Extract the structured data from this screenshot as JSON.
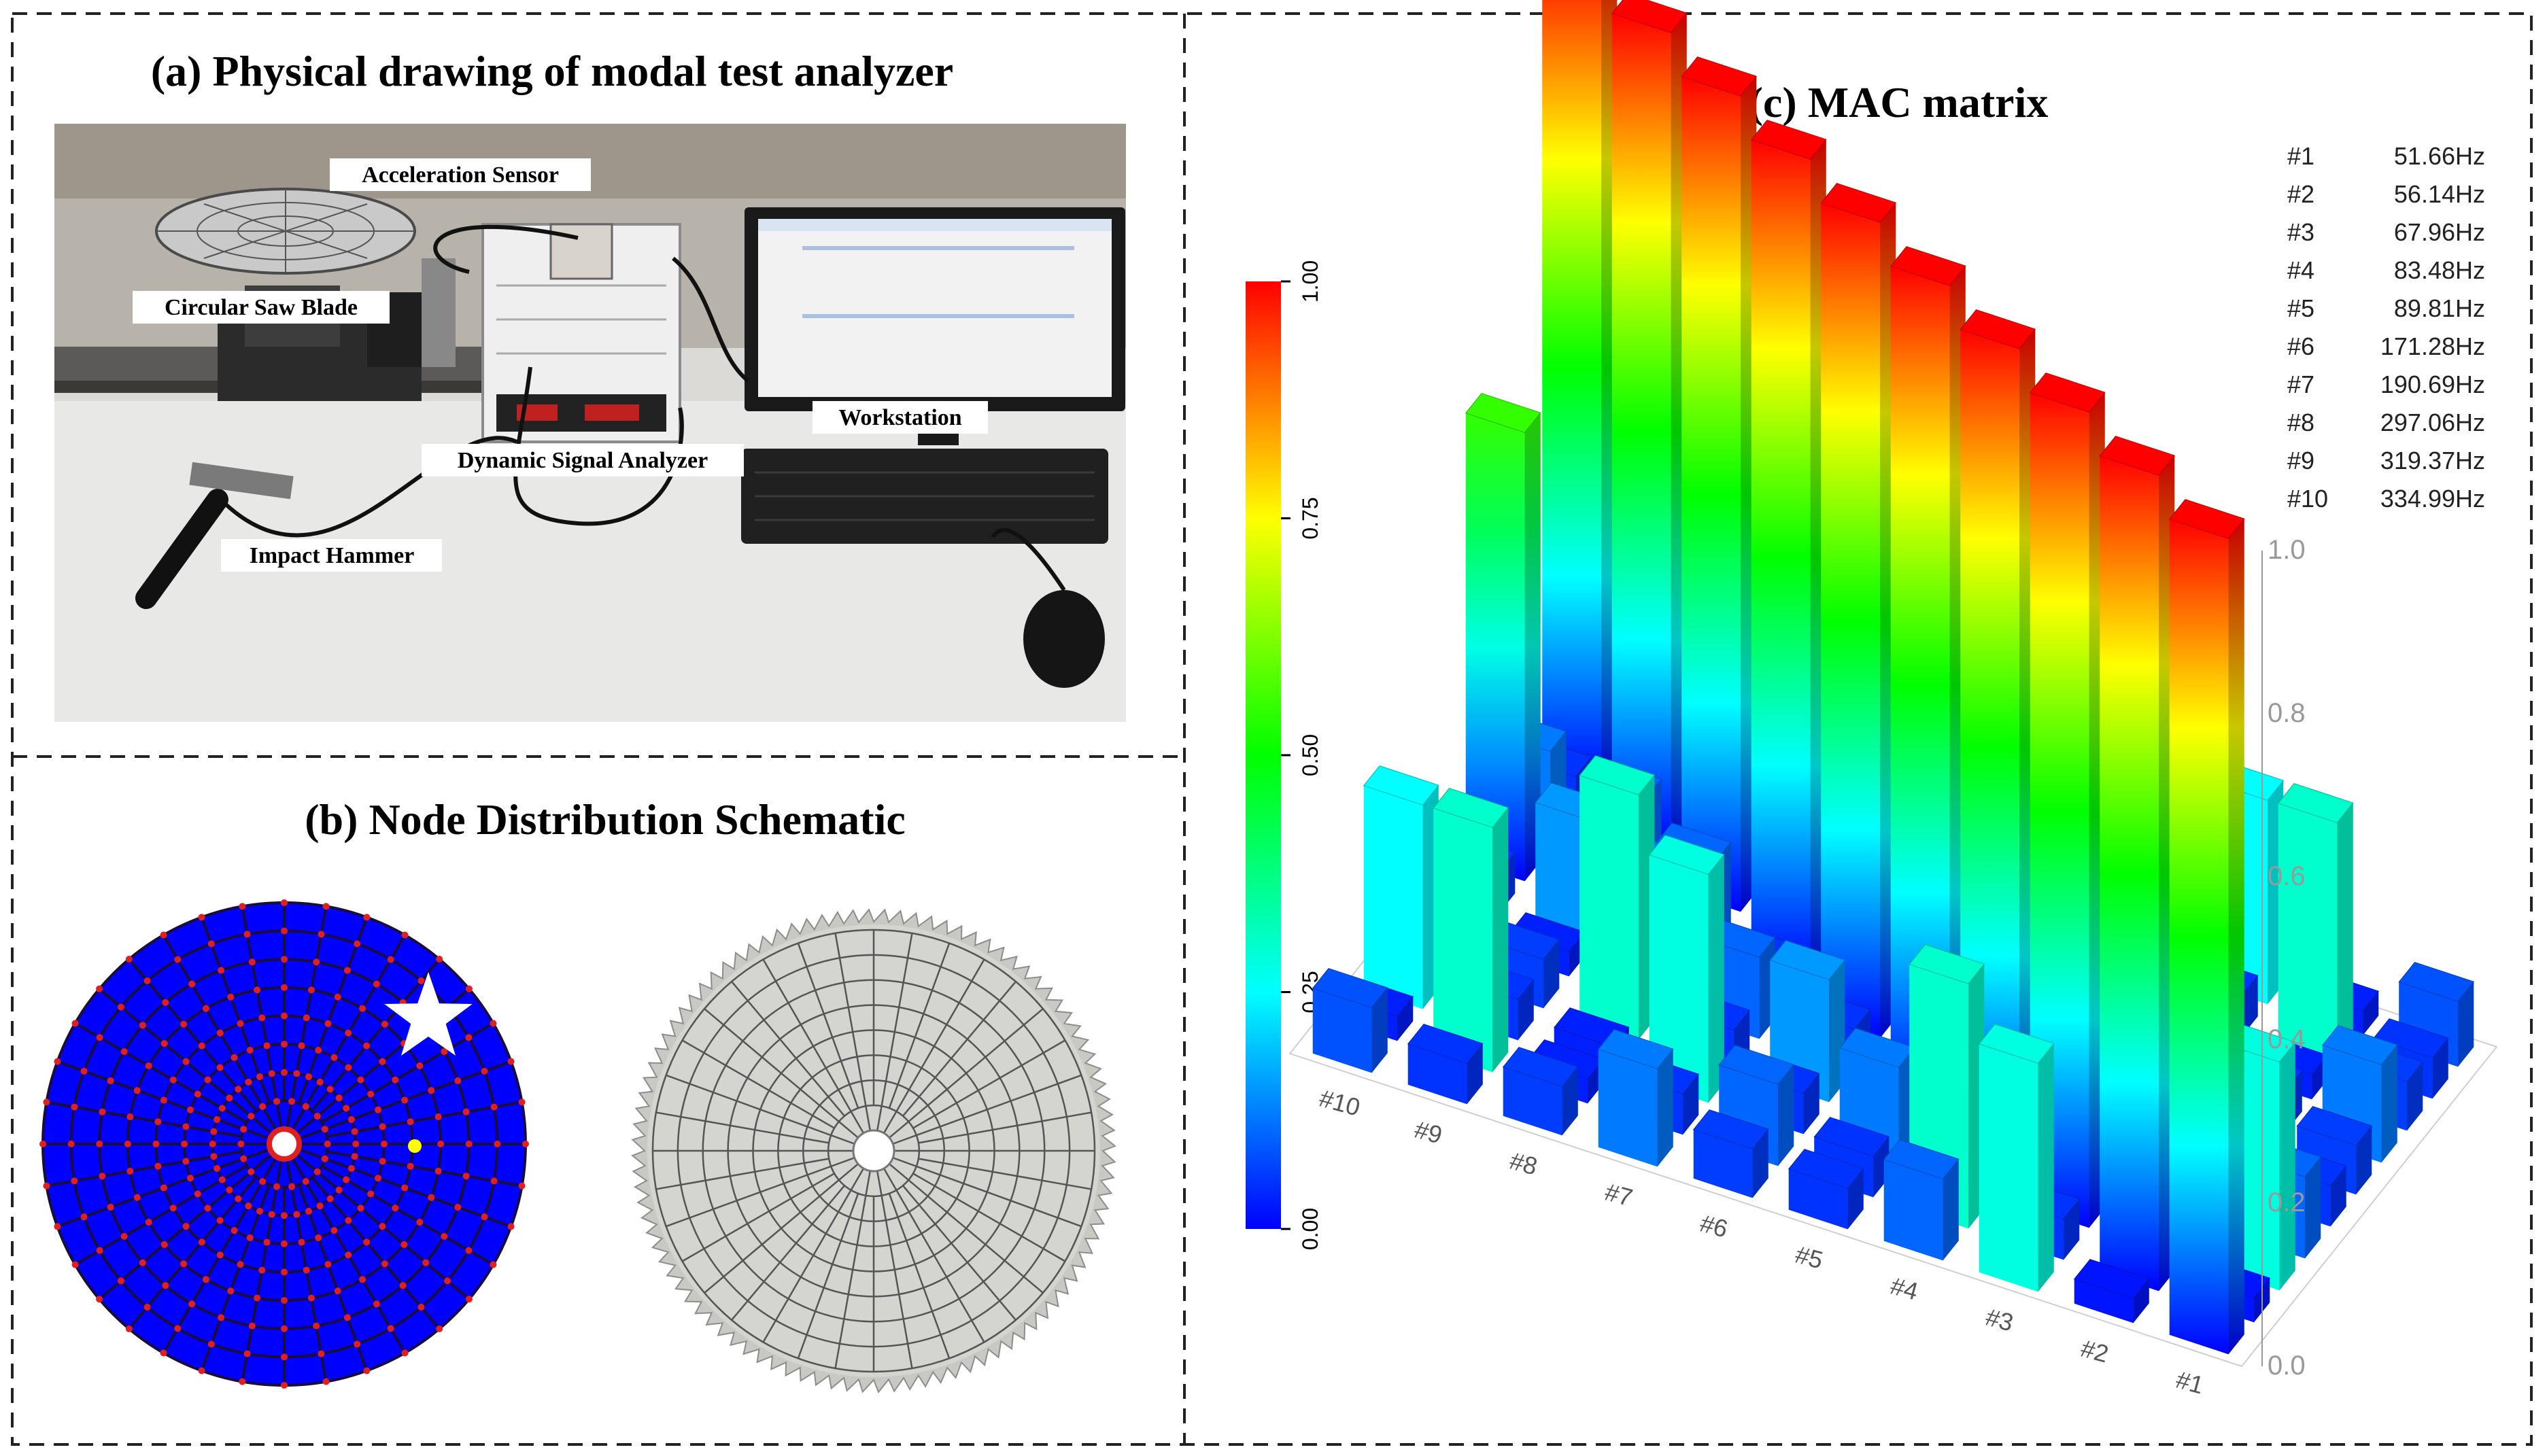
{
  "panel_a": {
    "title": "(a) Physical drawing of modal test analyzer",
    "labels": {
      "acceleration_sensor": "Acceleration Sensor",
      "circular_saw_blade": "Circular Saw Blade",
      "workstation": "Workstation",
      "dynamic_signal_analyzer": "Dynamic Signal Analyzer",
      "impact_hammer": "Impact Hammer"
    }
  },
  "panel_b": {
    "title": "(b) Node Distribution Schematic"
  },
  "panel_c": {
    "title": "(c)  MAC matrix",
    "colorbar": {
      "ticks": [
        "1.00",
        "0.75",
        "0.50",
        "0.25",
        "0.00"
      ],
      "colors": [
        "#ff0000",
        "#ffff00",
        "#00ff00",
        "#00ffff",
        "#0000ff"
      ]
    },
    "modes": [
      {
        "id": "#1",
        "freq": "51.66Hz"
      },
      {
        "id": "#2",
        "freq": "56.14Hz"
      },
      {
        "id": "#3",
        "freq": "67.96Hz"
      },
      {
        "id": "#4",
        "freq": "83.48Hz"
      },
      {
        "id": "#5",
        "freq": "89.81Hz"
      },
      {
        "id": "#6",
        "freq": "171.28Hz"
      },
      {
        "id": "#7",
        "freq": "190.69Hz"
      },
      {
        "id": "#8",
        "freq": "297.06Hz"
      },
      {
        "id": "#9",
        "freq": "319.37Hz"
      },
      {
        "id": "#10",
        "freq": "334.99Hz"
      }
    ],
    "axis_labels": [
      "#10",
      "#9",
      "#8",
      "#7",
      "#6",
      "#5",
      "#4",
      "#3",
      "#2",
      "#1"
    ],
    "z_ticks": [
      "1.0",
      "0.8",
      "0.6",
      "0.4",
      "0.2",
      "0.0"
    ]
  },
  "chart_data": {
    "type": "heatmap",
    "title": "MAC matrix",
    "x": [
      "#1",
      "#2",
      "#3",
      "#4",
      "#5",
      "#6",
      "#7",
      "#8",
      "#9",
      "#10"
    ],
    "y": [
      "#1",
      "#2",
      "#3",
      "#4",
      "#5",
      "#6",
      "#7",
      "#8",
      "#9",
      "#10"
    ],
    "zlim": [
      0,
      1
    ],
    "values": [
      [
        1.0,
        0.02,
        0.28,
        0.1,
        0.05,
        0.06,
        0.12,
        0.06,
        0.05,
        0.08
      ],
      [
        0.02,
        1.0,
        0.05,
        0.3,
        0.05,
        0.1,
        0.05,
        0.03,
        0.3,
        0.03
      ],
      [
        0.28,
        0.05,
        1.0,
        0.05,
        0.12,
        0.05,
        0.28,
        0.03,
        0.05,
        0.25
      ],
      [
        0.1,
        0.3,
        0.05,
        1.0,
        0.05,
        0.15,
        0.05,
        0.3,
        0.06,
        0.05
      ],
      [
        0.05,
        0.05,
        0.12,
        0.05,
        1.0,
        0.05,
        0.1,
        0.05,
        0.03,
        0.05
      ],
      [
        0.06,
        0.1,
        0.05,
        0.15,
        0.05,
        1.0,
        0.05,
        0.12,
        0.15,
        0.05
      ],
      [
        0.12,
        0.05,
        0.28,
        0.05,
        0.1,
        0.05,
        1.0,
        0.1,
        0.08,
        0.55
      ],
      [
        0.06,
        0.03,
        0.03,
        0.3,
        0.05,
        0.12,
        0.1,
        1.0,
        0.1,
        0.12
      ],
      [
        0.05,
        0.3,
        0.05,
        0.06,
        0.03,
        0.15,
        0.08,
        0.1,
        1.0,
        0.05
      ],
      [
        0.08,
        0.03,
        0.25,
        0.05,
        0.05,
        0.05,
        0.55,
        0.12,
        0.05,
        1.0
      ]
    ]
  }
}
